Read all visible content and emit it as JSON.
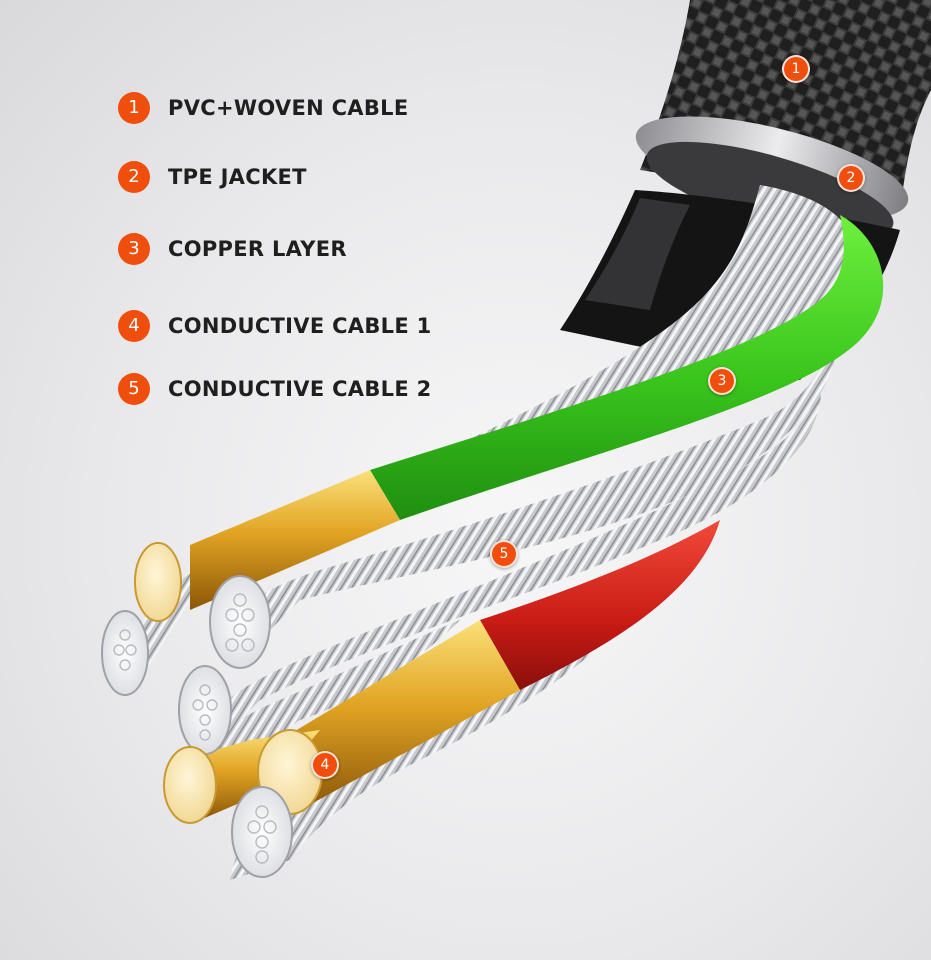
{
  "accent_color": "#f04e0c",
  "legend": [
    {
      "number": "1",
      "label": "PVC+WOVEN CABLE"
    },
    {
      "number": "2",
      "label": "TPE JACKET"
    },
    {
      "number": "3",
      "label": "COPPER LAYER"
    },
    {
      "number": "4",
      "label": "CONDUCTIVE CABLE 1"
    },
    {
      "number": "5",
      "label": "CONDUCTIVE CABLE 2"
    }
  ],
  "callouts": {
    "woven": "1",
    "jacket": "2",
    "green_wire": "3",
    "red_wire": "4",
    "silver_braid": "5"
  },
  "colors": {
    "woven_outer": "#2b2b2b",
    "jacket_ring": "#b9b9bc",
    "green_insulation": "#4fd62a",
    "red_insulation": "#d8231d",
    "copper": "#e0a020",
    "silver_strands": "#c9cbcf"
  }
}
